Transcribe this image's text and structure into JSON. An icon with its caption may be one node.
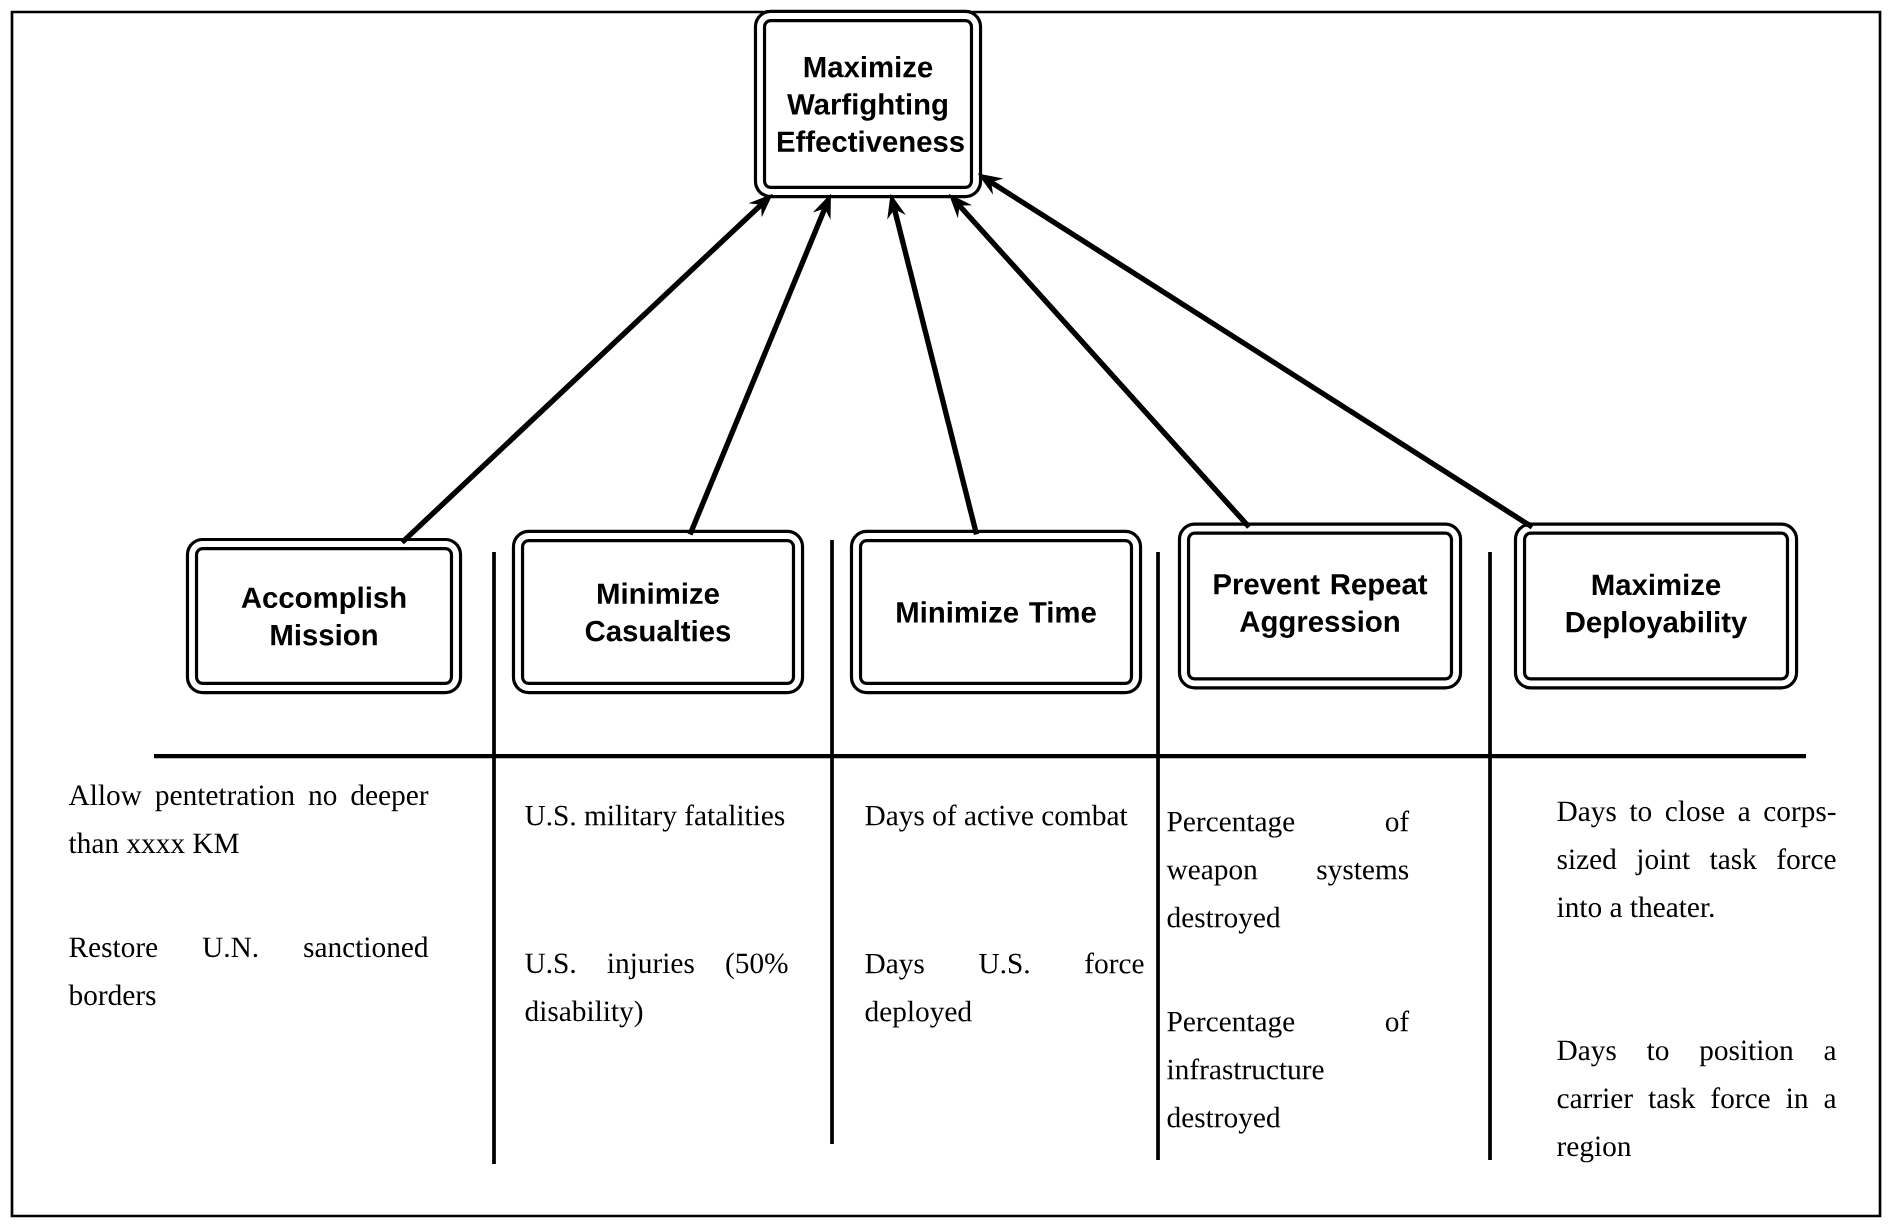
{
  "diagram": {
    "nodes": [
      {
        "text": [
          "Maximize Warfighting Effectiveness"
        ]
      },
      {
        "text": [
          "Accomplish Mission"
        ]
      },
      {
        "text": [
          "Minimize Casualties"
        ]
      },
      {
        "text": [
          "Minimize Time"
        ]
      },
      {
        "text": [
          "Prevent Repeat Aggression"
        ]
      },
      {
        "text": [
          "Maximize Deployability"
        ]
      }
    ],
    "edges": [
      {
        "from": 1,
        "to": 0,
        "arrow": "to"
      },
      {
        "from": 2,
        "to": 0,
        "arrow": "to"
      },
      {
        "from": 3,
        "to": 0,
        "arrow": "to"
      },
      {
        "from": 4,
        "to": 0,
        "arrow": "to"
      },
      {
        "from": 5,
        "to": 0,
        "arrow": "to"
      }
    ],
    "labels": [
      "Allow pentetration no deeper than xxxx KM",
      "U.S. military fatalities",
      "Days of active combat",
      "Percentage of weapon systems destroyed",
      "Days to close a corps-sized joint task force into a theater.",
      "Restore U.N. sanctioned borders",
      "U.S. injuries (50% disability)",
      "Days U.S. force deployed",
      "Percentage of infrastructure destroyed",
      "Days to position a carrier task force in a region"
    ]
  }
}
